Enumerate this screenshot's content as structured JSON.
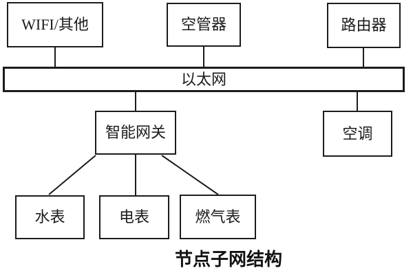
{
  "diagram": {
    "caption": "节点子网结构",
    "nodes": {
      "wifi": {
        "label": "WIFI/其他"
      },
      "air_controller": {
        "label": "空管器"
      },
      "router": {
        "label": "路由器"
      },
      "ethernet": {
        "label": "以太网"
      },
      "gateway": {
        "label": "智能网关"
      },
      "air_conditioner": {
        "label": "空调"
      },
      "water_meter": {
        "label": "水表"
      },
      "electric_meter": {
        "label": "电表"
      },
      "gas_meter": {
        "label": "燃气表"
      }
    },
    "edges": [
      {
        "from": "wifi",
        "to": "ethernet"
      },
      {
        "from": "air_controller",
        "to": "ethernet"
      },
      {
        "from": "router",
        "to": "ethernet"
      },
      {
        "from": "ethernet",
        "to": "gateway"
      },
      {
        "from": "ethernet",
        "to": "air_conditioner"
      },
      {
        "from": "gateway",
        "to": "water_meter"
      },
      {
        "from": "gateway",
        "to": "electric_meter"
      },
      {
        "from": "gateway",
        "to": "gas_meter"
      }
    ],
    "colors": {
      "background": "#ffffff",
      "line": "#1b1b1b",
      "text": "#1b1b1b"
    }
  }
}
